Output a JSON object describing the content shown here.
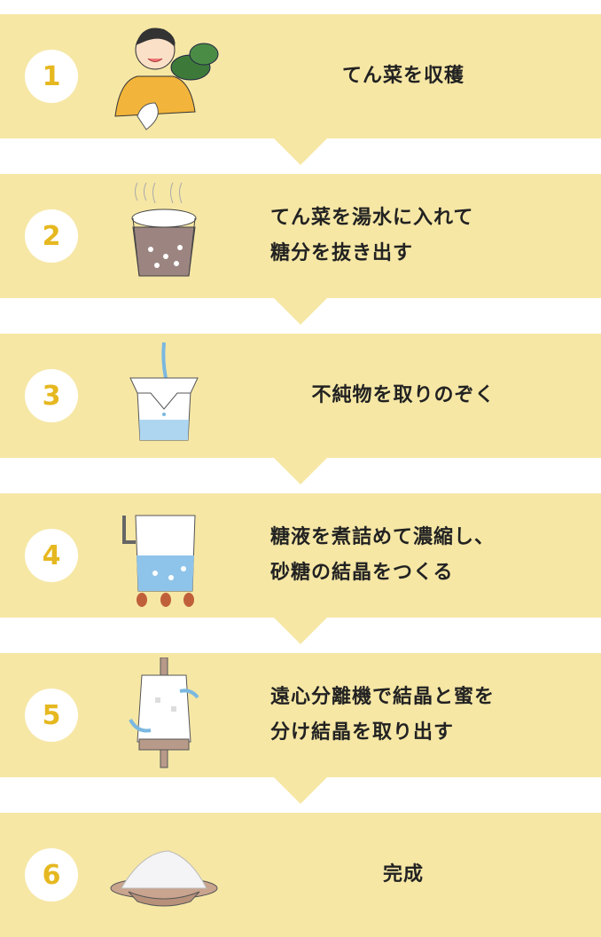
{
  "steps": [
    {
      "number": "1",
      "lines": [
        "てん菜を収穫"
      ],
      "icon": "farmer-with-sugar-beet-icon"
    },
    {
      "number": "2",
      "lines": [
        "てん菜を湯水に入れて",
        "糖分を抜き出す"
      ],
      "icon": "hot-water-glass-icon"
    },
    {
      "number": "3",
      "lines": [
        "不純物を取りのぞく"
      ],
      "icon": "filter-cup-icon"
    },
    {
      "number": "4",
      "lines": [
        "糖液を煮詰めて濃縮し、",
        "砂糖の結晶をつくる"
      ],
      "icon": "boiling-pot-icon"
    },
    {
      "number": "5",
      "lines": [
        "遠心分離機で結晶と蜜を",
        "分け結晶を取り出す"
      ],
      "icon": "centrifuge-icon"
    },
    {
      "number": "6",
      "lines": [
        "完成"
      ],
      "icon": "sugar-plate-icon"
    }
  ],
  "colors": {
    "panel": "#f6e7a5",
    "number": "#e6b820"
  }
}
